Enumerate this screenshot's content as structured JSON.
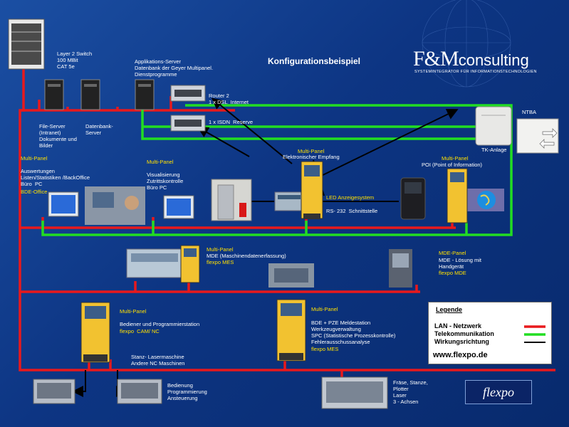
{
  "title": "Konfigurationsbeispiel",
  "logo": {
    "brand": "F&M",
    "word": "consulting",
    "tagline": "SYSTEMINTEGRATOR FÜR INFORMATIONSTECHNOLOGIEN"
  },
  "labels": {
    "switch": [
      "Layer 2 Switch",
      "100 MBit",
      "CAT 5e"
    ],
    "app_server": [
      "Applikations-Server",
      "Datenbank der Geyer Multipanel.",
      "Dienstprogramme"
    ],
    "router_dsl": [
      "Router 2",
      "1 x DSL  Internet"
    ],
    "isdn": "1 x ISDN  Reserve",
    "ntba": "NTBA",
    "tk_anlage": "TK-Anlage",
    "file_server": [
      "File-Server",
      "(Intranet)",
      "Dokumente und",
      "Bilder"
    ],
    "db_server": [
      "Datenbank-",
      "Server"
    ],
    "mp_bde_title": "Multi-Panel",
    "mp_bde_body": [
      "Auswertungen",
      "Listen/Statistiken /BackOffice",
      "Büro  PC"
    ],
    "mp_bde_tag": "BDE-Office",
    "mp_visu_title": "Multi-Panel",
    "mp_visu_body": [
      "Visualisierung",
      "Zutrittskontrolle",
      "Büro PC"
    ],
    "mp_emp_title": "Multi-Panel",
    "mp_emp_body": "Elektronischer Empfang",
    "led": "LED Anzeigesystem",
    "rs232": "RS- 232  Schnittstelle",
    "mp_poi_title": "Multi-Panel",
    "mp_poi_body": "POI (Point of Information)",
    "mp_mde_title": "Multi-Panel",
    "mp_mde_body": "MDE (Maschinendatenerfassung)",
    "mp_mde_tag": "flexpo MES",
    "mde_panel_title": "MDE-Panel",
    "mde_panel_body": [
      "MDE - Lösung mit",
      "Handgerät"
    ],
    "mde_panel_tag": "flexpo MDE",
    "mp_cam_title": "Multi-Panel",
    "mp_cam_body": "Bediener und Programmierstation",
    "mp_cam_tag": "flexpo  CAM/ NC",
    "laser": [
      "Stanz- Lasermaschine",
      "Andere NC Maschinen"
    ],
    "mp_pze_title": "Multi-Panel",
    "mp_pze_body": [
      "BDE + PZE Meldestation",
      "Werkzeugverwaltung",
      "SPC (Statistische Prozesskontrolle)",
      "Fehlerausschussanalyse"
    ],
    "mp_pze_tag": "flexpo MES",
    "bedienung": [
      "Bedienung",
      "Programmierung",
      "Ansteuerung"
    ],
    "fraese": [
      "Fräse, Stanze,",
      "Plotter",
      "Laser",
      "3 - Achsen"
    ],
    "flexpo_sig": "flexpo"
  },
  "legend": {
    "heading": "Legende",
    "items": [
      {
        "label": "LAN - Netzwerk",
        "color": "#e8191c"
      },
      {
        "label": "Telekommunikation",
        "color": "#22dd22"
      },
      {
        "label": "Wirkungsrichtung",
        "color": "#000000"
      }
    ],
    "url": "www.flexpo.de"
  },
  "colors": {
    "lan": "#e8191c",
    "tele": "#22dd22",
    "arrow": "#000000",
    "panel": "#f2c230"
  }
}
